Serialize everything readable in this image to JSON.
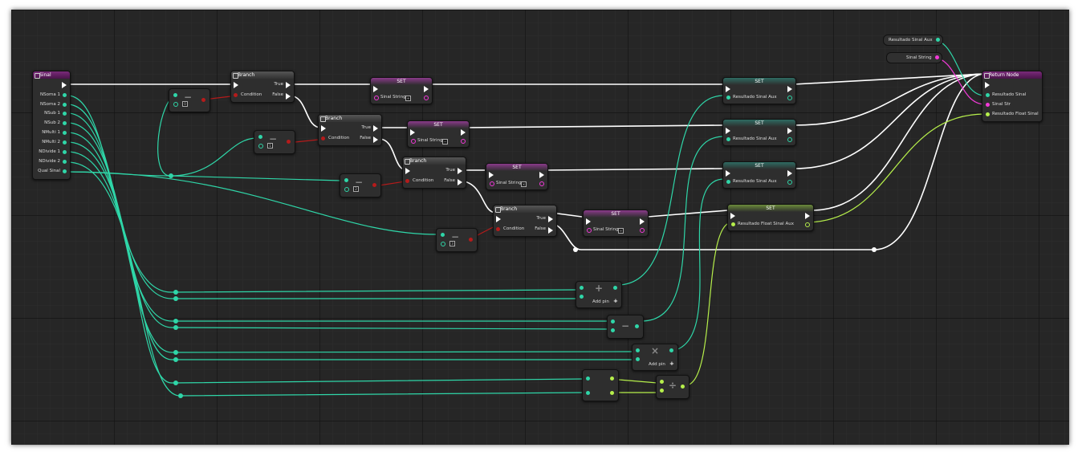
{
  "nodes": {
    "sinal": {
      "title": "Sinal",
      "outputs": [
        "NSoma 1",
        "NSoma 2",
        "NSub 1",
        "NSub 2",
        "NMulti 1",
        "NMulti 2",
        "NDivide 1",
        "NDivide 2",
        "Qual Sinal"
      ]
    },
    "branch": {
      "title": "Branch",
      "condition": "Condition",
      "true": "True",
      "false": "False"
    },
    "set": {
      "title": "SET",
      "sinal_string": "Sinal String",
      "resultado_sinal_aux": "Resultado Sinal Aux",
      "resultado_float_sinal_aux": "Resultado Float Sinal Aux"
    },
    "getters": {
      "resultado_sinal_aux": "Resultado Sinal Aux",
      "sinal_string": "Sinal String"
    },
    "return_node": {
      "title": "Return Node",
      "inputs": [
        "Resultado Sinal",
        "Sinal Str",
        "Resultado Float Sinal"
      ]
    },
    "math": {
      "add_pin": "Add pin",
      "plus": "+",
      "minus": "−",
      "multiply": "×",
      "divide": "÷"
    },
    "compare_values": [
      "0",
      "1",
      "2",
      "3"
    ]
  },
  "colors": {
    "exec": "#ffffff",
    "integer": "#2fd6a8",
    "boolean": "#b51b1b",
    "string": "#f23ad8",
    "float": "#b6ef4b",
    "background": "#262626"
  }
}
